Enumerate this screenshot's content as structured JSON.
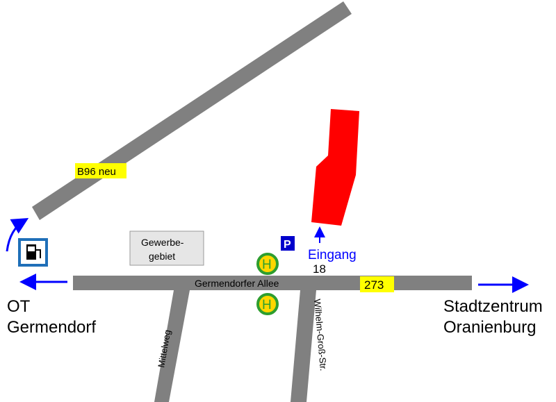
{
  "roads": {
    "b96_label": "B96 neu",
    "main_street": "Germendorfer Allee",
    "route_number": "273",
    "side_street_1": "Mittelweg",
    "side_street_2": "Wilhelm-Groß-Str."
  },
  "places": {
    "industrial_line1": "Gewerbe-",
    "industrial_line2": "gebiet",
    "entrance": "Eingang",
    "house_number": "18",
    "parking": "P",
    "bus_stop": "H"
  },
  "directions": {
    "west_line1": "OT",
    "west_line2": "Germendorf",
    "east_line1": "Stadtzentrum",
    "east_line2": "Oranienburg"
  },
  "icons": [
    "fuel-station-icon",
    "parking-icon",
    "bus-stop-icon",
    "arrow-left-icon",
    "arrow-right-icon",
    "arrow-curve-icon",
    "arrow-up-icon"
  ],
  "colors": {
    "road": "#808080",
    "building": "#ff0000",
    "label_highlight": "#ffff00",
    "arrow": "#0000ff",
    "bus_stop_ring": "#2e9e2e",
    "bus_stop_fill": "#ffd700",
    "parking": "#0000cc",
    "fuel_frame": "#1f6fb8"
  }
}
